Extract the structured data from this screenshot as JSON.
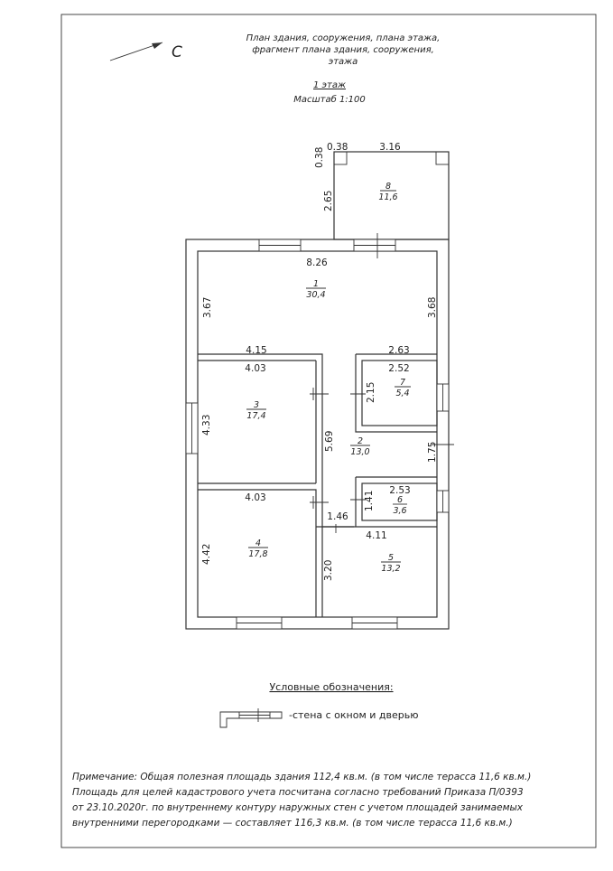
{
  "header": {
    "north_label": "С",
    "title_line1": "План здания, сооружения, плана этажа,",
    "title_line2": "фрагмент плана здания, сооружения,",
    "title_line3": "этажа",
    "floor": "1 этаж",
    "scale": "Масштаб 1:100"
  },
  "dimensions": {
    "terrace_corner": "0.38",
    "terrace_left_top": "0.38",
    "terrace_width": "3.16",
    "terrace_height": "2.65",
    "room1_width": "8.26",
    "room1_left_h": "3.67",
    "room1_right_h": "3.68",
    "room1_bottom_left": "4.15",
    "room1_bottom_right": "2.63",
    "room3_width": "4.03",
    "room3_height": "4.33",
    "room7_width": "2.52",
    "room7_height": "2.15",
    "corridor_height": "5.69",
    "corridor_right": "1.75",
    "room6_width": "2.53",
    "room6_height": "1.41",
    "room4_width": "4.03",
    "room4_height": "4.42",
    "passage_width": "1.46",
    "room5_width": "4.11",
    "room5_height": "3.20"
  },
  "rooms": [
    {
      "number": "1",
      "area": "30,4"
    },
    {
      "number": "2",
      "area": "13,0"
    },
    {
      "number": "3",
      "area": "17,4"
    },
    {
      "number": "4",
      "area": "17,8"
    },
    {
      "number": "5",
      "area": "13,2"
    },
    {
      "number": "6",
      "area": "3,6"
    },
    {
      "number": "7",
      "area": "5,4"
    },
    {
      "number": "8",
      "area": "11,6"
    }
  ],
  "legend": {
    "heading": "Условные обозначения:",
    "item_label": "-стена с окном и дверью"
  },
  "note": {
    "line1": "Примечание: Общая полезная площадь здания 112,4 кв.м. (в том числе терасса 11,6 кв.м.)",
    "line2": "Площадь для целей кадастрового учета посчитана согласно требований Приказа П/0393",
    "line3": "от 23.10.2020г. по внутреннему контуру наружных стен с учетом площадей занимаемых",
    "line4": "внутренними перегородками — составляет 116,3 кв.м. (в том числе терасса 11,6 кв.м.)"
  }
}
